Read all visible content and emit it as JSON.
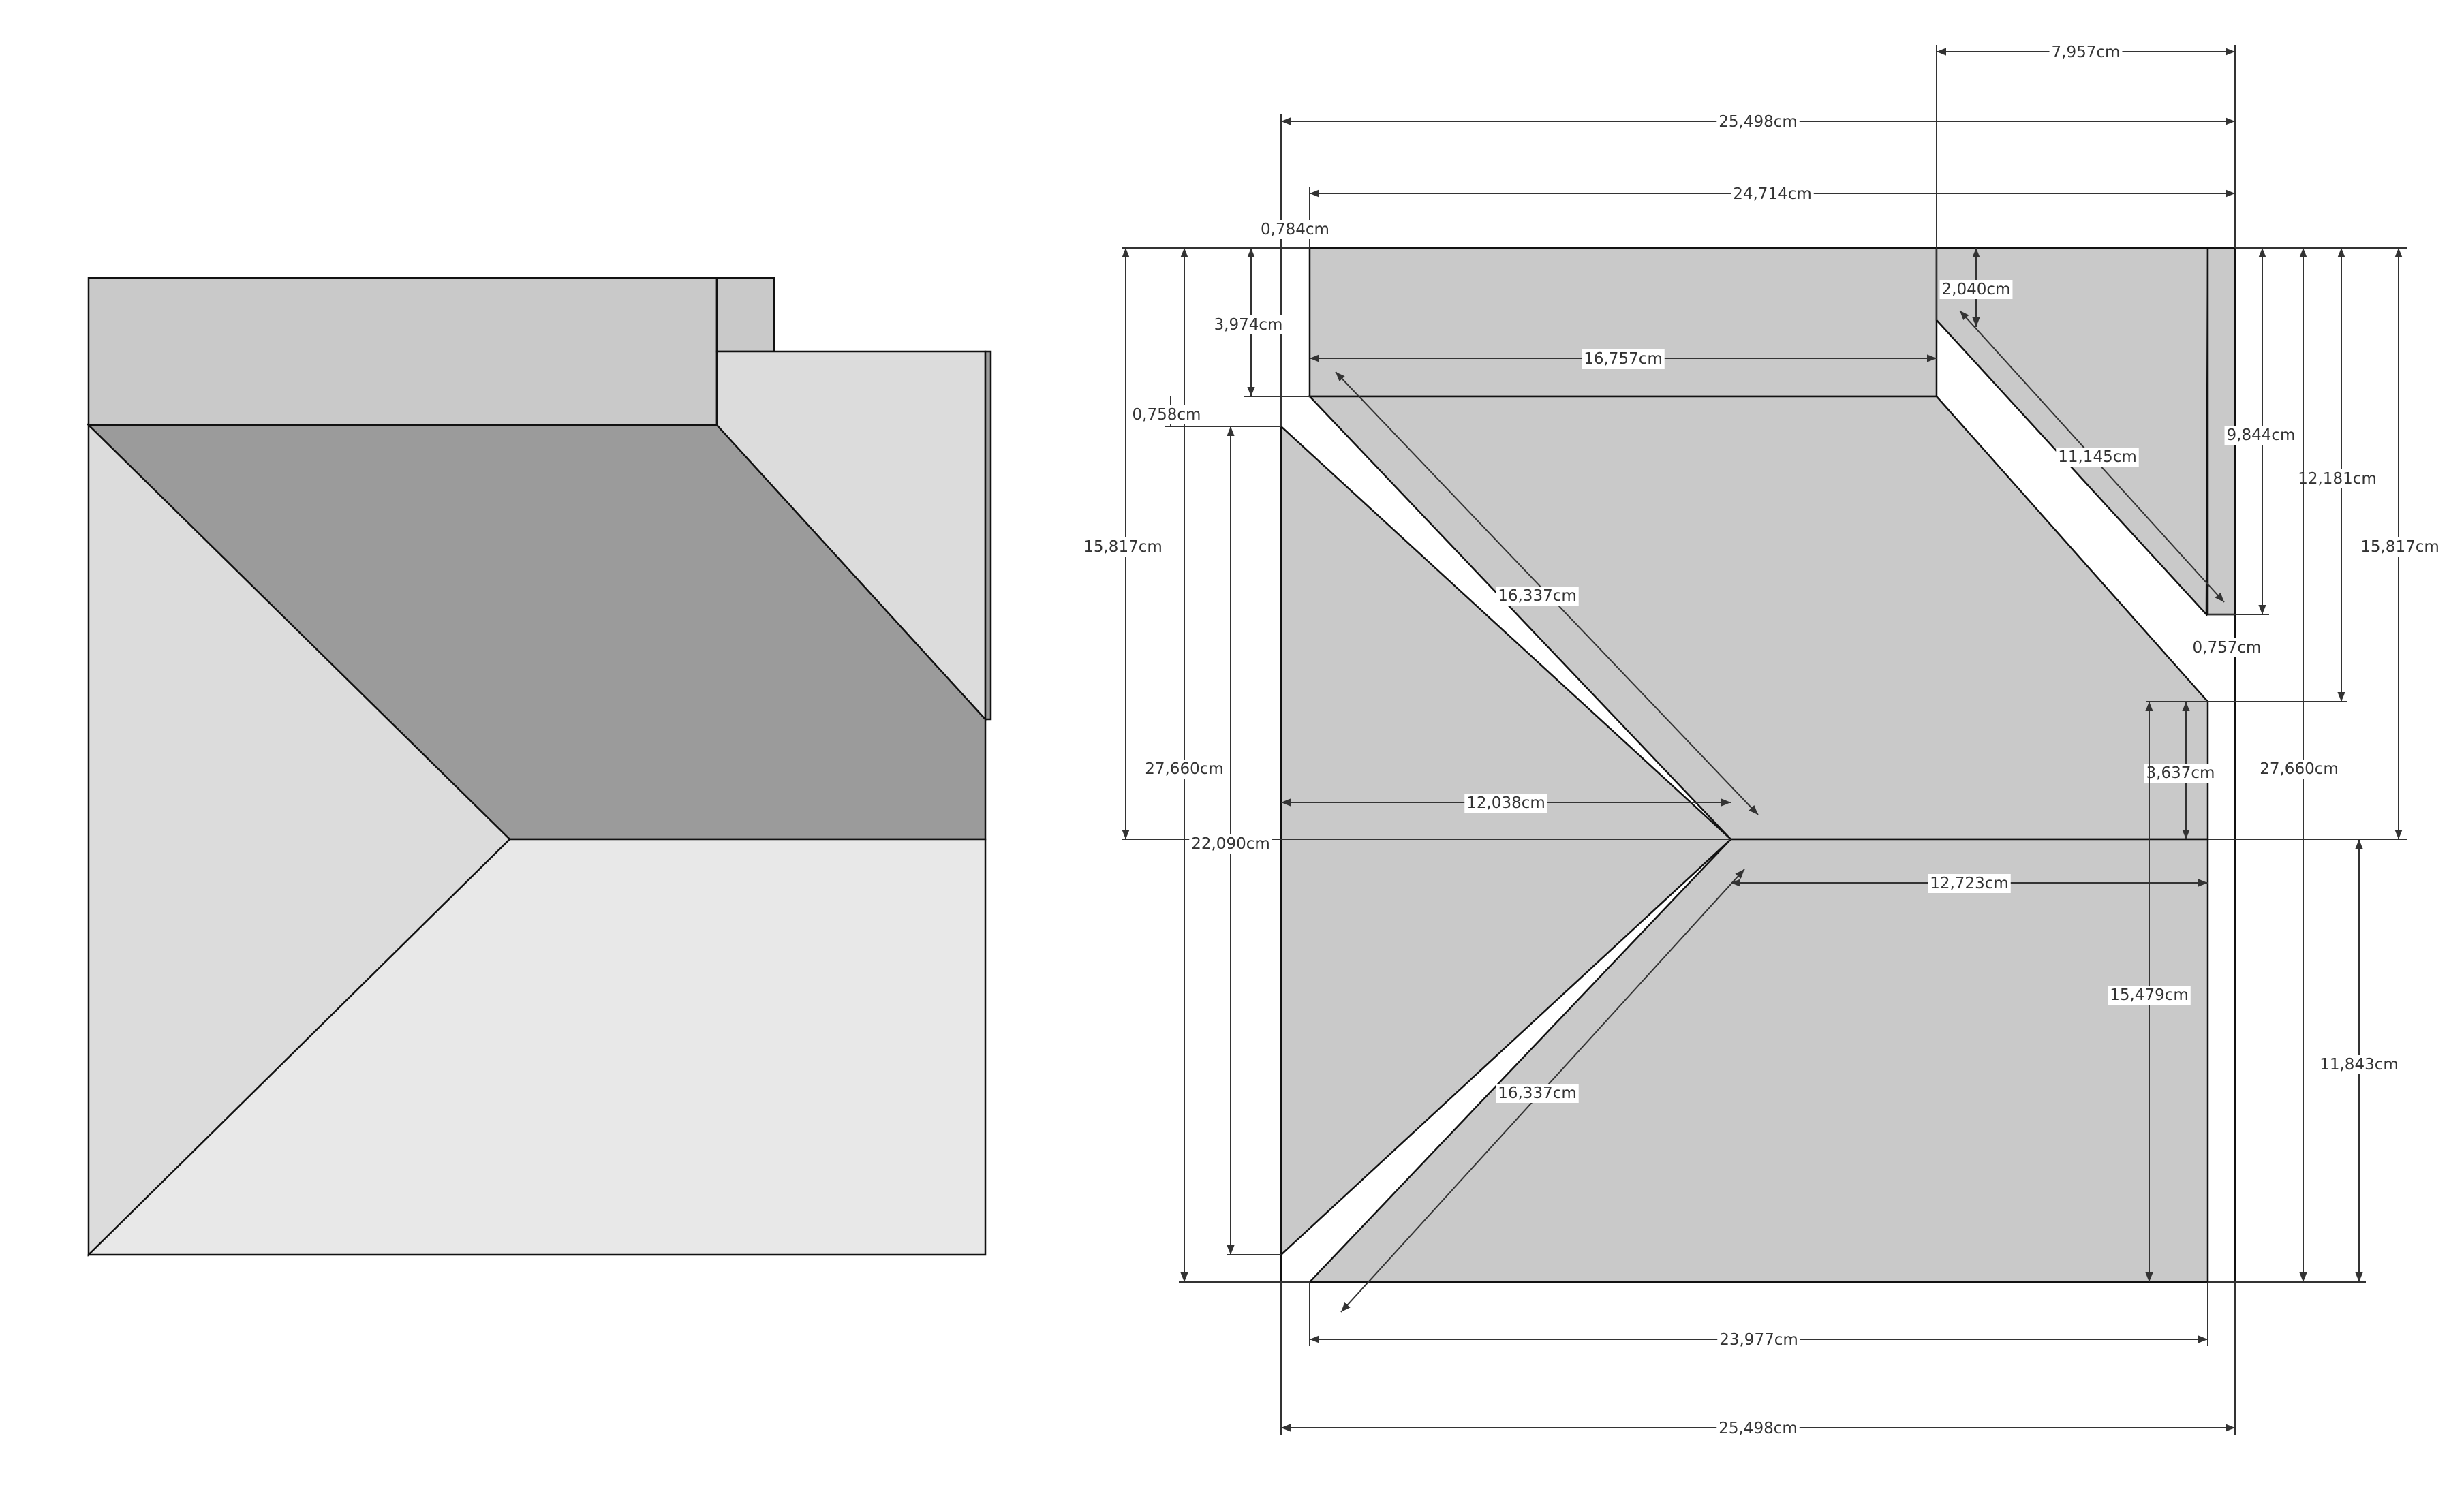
{
  "colors": {
    "background": "#ffffff",
    "outline": "#111111",
    "dimension": "#333333",
    "panel": "#c9c9c9",
    "roof_dark": "#9b9b9b",
    "roof_mid": "#c9c9c9",
    "roof_light": "#dcdcdc",
    "roof_lighter": "#e8e8e8"
  },
  "views": {
    "roof_render": {
      "name": "roof-3d-view"
    },
    "cut_pattern": {
      "name": "flat-pattern-view"
    }
  },
  "dimensions": {
    "top_right_width": "7,957cm",
    "total_width_top": "25,498cm",
    "inner_width_top": "24,714cm",
    "left_offset_top": "0,784cm",
    "top_strip_height": "3,974cm",
    "top_panel_width": "16,757cm",
    "corner_gap": "2,040cm",
    "left_step": "0,758cm",
    "left_height_upper": "15,817cm",
    "left_height_total": "27,660cm",
    "left_inner_height": "22,090cm",
    "diagonal_upper": "16,337cm",
    "diagonal_lower": "16,337cm",
    "ridge_left_width": "12,038cm",
    "ridge_right_width": "12,723cm",
    "slot_diagonal": "11,145cm",
    "slot_height": "9,844cm",
    "slot_width": "0,757cm",
    "right_height_mid": "12,181cm",
    "right_height_upper": "15,817cm",
    "right_height_total": "27,660cm",
    "right_small_height": "3,637cm",
    "right_inner_height": "15,479cm",
    "right_lower_height": "11,843cm",
    "bottom_inner_width": "23,977cm",
    "total_width_bottom": "25,498cm"
  }
}
